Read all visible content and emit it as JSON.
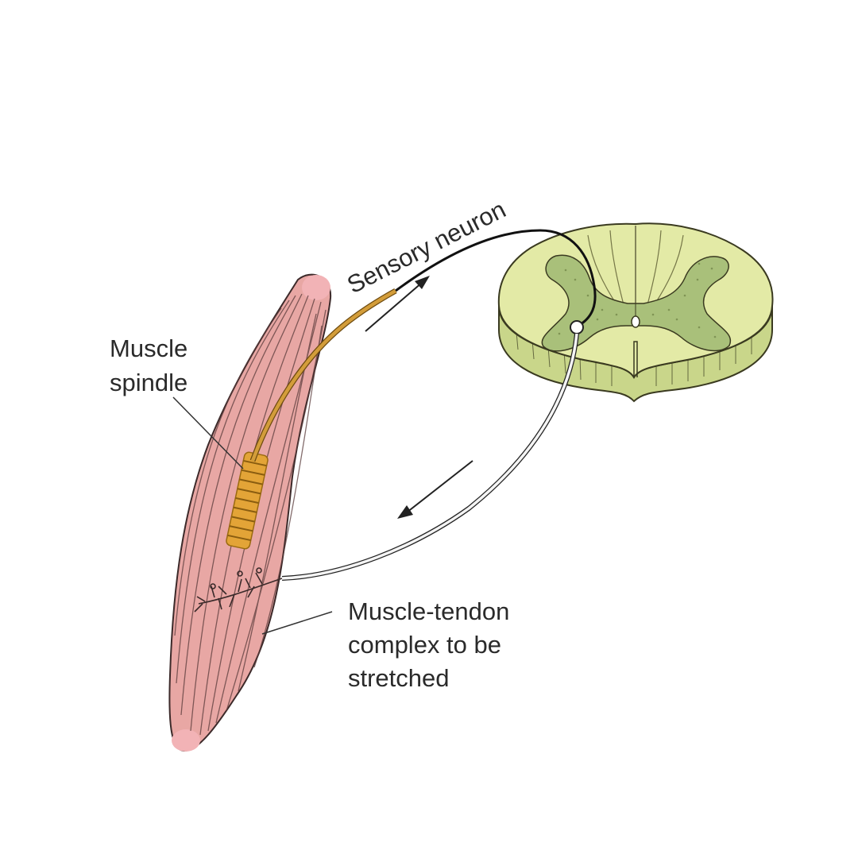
{
  "labels": {
    "sensory_neuron": "Sensory neuron",
    "muscle_spindle_line1": "Muscle",
    "muscle_spindle_line2": "spindle",
    "muscle_tendon_line1": "Muscle-tendon",
    "muscle_tendon_line2": "complex to be",
    "muscle_tendon_line3": "stretched"
  },
  "colors": {
    "muscle": "#e8a7a4",
    "muscle_tip": "#f2b3b6",
    "spindle": "#e3a437",
    "sensory_neuron": "#d39d3a",
    "spinal_white_matter": "#e3eaa6",
    "spinal_gray_matter": "#a9c07a",
    "motor_neuron": "#f4f4f4"
  }
}
